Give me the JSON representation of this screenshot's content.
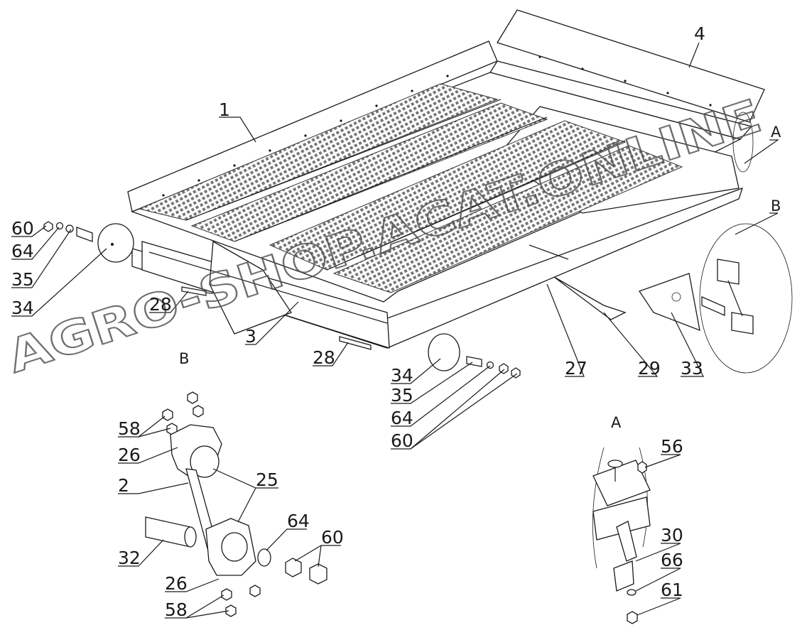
{
  "watermark": "AGRO-SHOP.ACAT.ONLINE",
  "views": {
    "a_main": "A",
    "b_main": "B",
    "b_left": "B",
    "a_detail": "A"
  },
  "callouts": {
    "c1": "1",
    "c4": "4",
    "c60a": "60",
    "c64a": "64",
    "c35a": "35",
    "c34a": "34",
    "c28a": "28",
    "c3": "3",
    "c28b": "28",
    "c34b": "34",
    "c35b": "35",
    "c64b": "64",
    "c60b": "60",
    "c27": "27",
    "c29": "29",
    "c33": "33",
    "c58a": "58",
    "c26a": "26",
    "c2": "2",
    "c25": "25",
    "c32": "32",
    "c64c": "64",
    "c60c": "60",
    "c26b": "26",
    "c58b": "58",
    "c56": "56",
    "c30": "30",
    "c66": "66",
    "c61": "61"
  }
}
